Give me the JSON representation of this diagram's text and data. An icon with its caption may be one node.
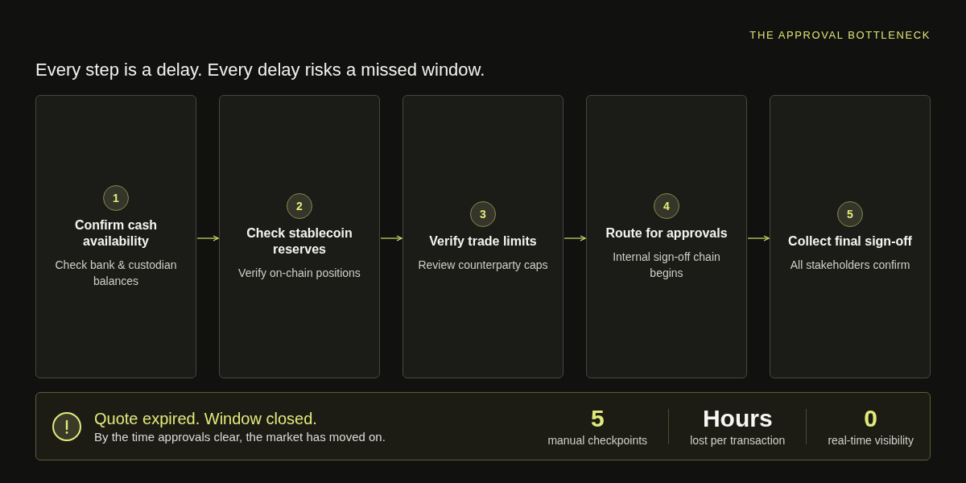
{
  "diagram": {
    "title": "Every step is a delay. Every delay risks a missed window.",
    "nodes": [
      {
        "text": [
          "Confirm cash availability",
          "Check bank & custodian balances"
        ]
      },
      {
        "text": [
          "1"
        ],
        "in": 0
      },
      {
        "text": [
          "Check stablecoin reserves",
          "Verify on-chain positions"
        ]
      },
      {
        "text": [
          "2"
        ],
        "in": 2
      },
      {
        "text": [
          "Verify trade limits",
          "Review counterparty caps"
        ]
      },
      {
        "text": [
          "3"
        ],
        "in": 4
      },
      {
        "text": [
          "Route for approvals",
          "Internal sign-off chain begins"
        ]
      },
      {
        "text": [
          "4"
        ],
        "in": 6
      },
      {
        "text": [
          "Collect final sign-off",
          "All stakeholders confirm"
        ]
      },
      {
        "text": [
          "5"
        ],
        "in": 8
      },
      {
        "text": [
          "Quote expired. Window closed.",
          "By the time approvals clear, the market has moved on.",
          "5",
          "manual checkpoints",
          "Hours",
          "lost per transaction",
          "0",
          "real-time visibility"
        ]
      }
    ],
    "edges": [
      {
        "from": 0,
        "to": 2,
        "arrow": "to"
      },
      {
        "from": 2,
        "to": 4,
        "arrow": "to"
      },
      {
        "from": 4,
        "to": 6,
        "arrow": "to"
      },
      {
        "from": 6,
        "to": 8,
        "arrow": "to"
      }
    ],
    "labels": [
      "THE APPROVAL BOTTLENECK"
    ]
  }
}
